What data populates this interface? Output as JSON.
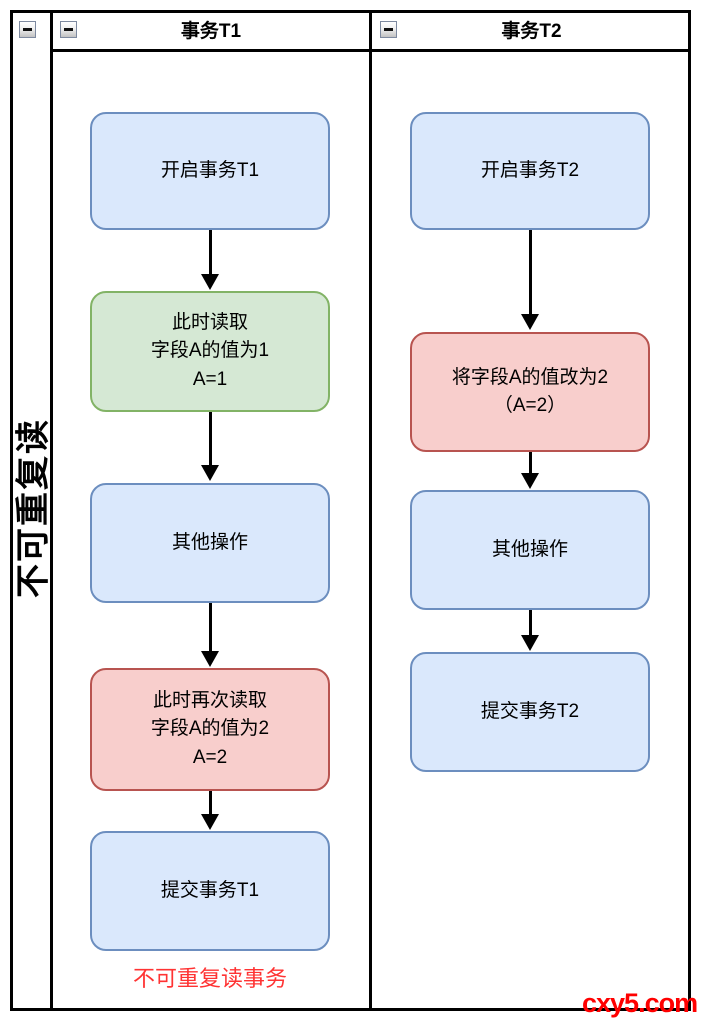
{
  "diagram": {
    "type": "swimlane-flowchart",
    "pool": {
      "vertical_title": "不可重复读",
      "collapse_icon": "minus"
    },
    "lanes": [
      {
        "title": "事务T1",
        "collapse_icon": "minus",
        "nodes": [
          {
            "label": "开启事务T1",
            "type": "blue"
          },
          {
            "label": "此时读取\n字段A的值为1\nA=1",
            "type": "green"
          },
          {
            "label": "其他操作",
            "type": "blue"
          },
          {
            "label": "此时再次读取\n字段A的值为2\nA=2",
            "type": "red"
          },
          {
            "label": "提交事务T1",
            "type": "blue"
          }
        ],
        "footnote": "不可重复读事务"
      },
      {
        "title": "事务T2",
        "collapse_icon": "minus",
        "nodes": [
          {
            "label": "开启事务T2",
            "type": "blue"
          },
          {
            "label": "将字段A的值改为2\n（A=2）",
            "type": "red"
          },
          {
            "label": "其他操作",
            "type": "blue"
          },
          {
            "label": "提交事务T2",
            "type": "blue"
          }
        ]
      }
    ],
    "colors": {
      "node_blue_fill": "#dae8fc",
      "node_blue_stroke": "#6c8ebf",
      "node_green_fill": "#d5e8d4",
      "node_green_stroke": "#82b366",
      "node_red_fill": "#f8cecc",
      "node_red_stroke": "#b85450",
      "footnote_red": "#ff3333",
      "line_black": "#000000"
    }
  },
  "watermark": {
    "text": "cxy5.com",
    "color": "#ff0000"
  }
}
